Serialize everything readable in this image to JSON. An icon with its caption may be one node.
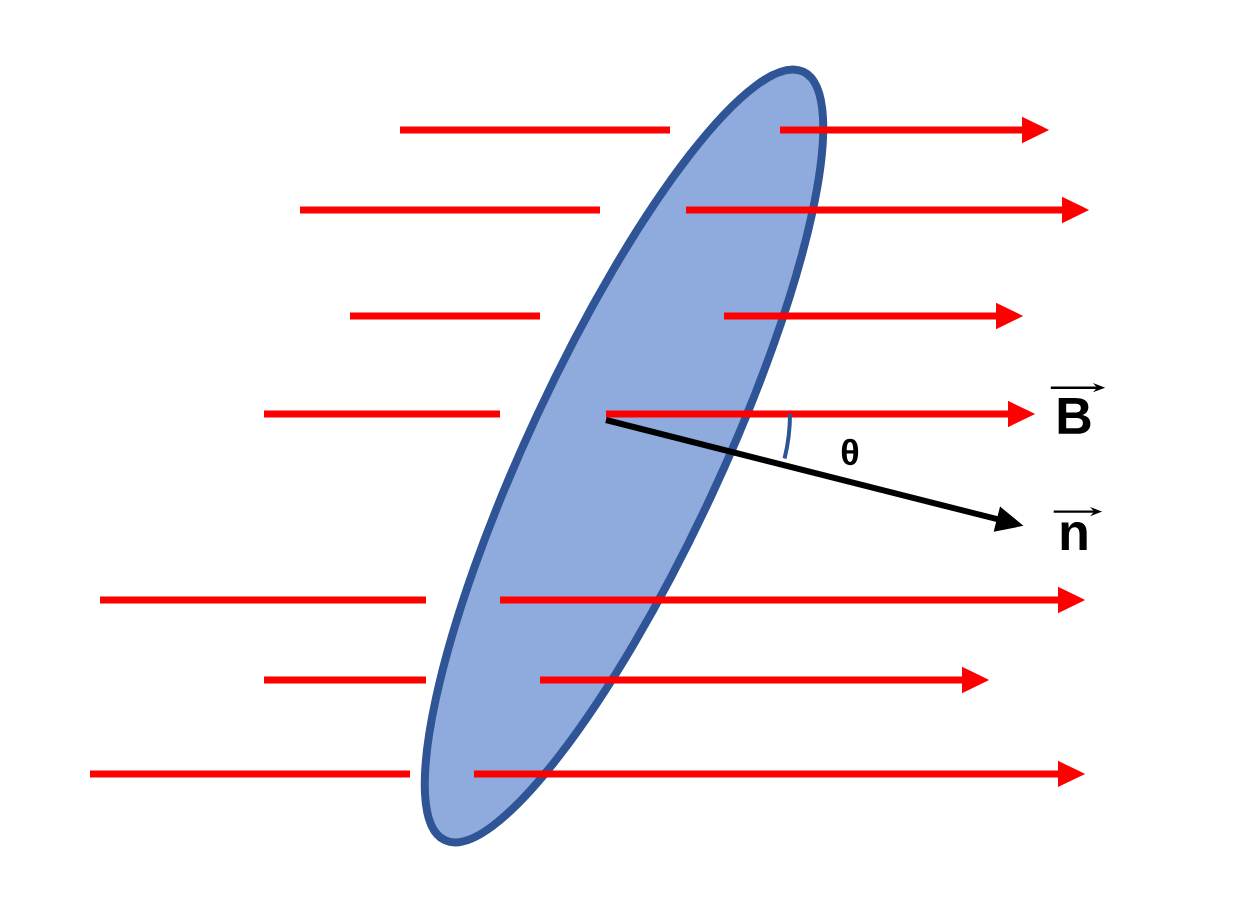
{
  "diagram": {
    "labels": [
      "B",
      "n",
      "θ"
    ]
  }
}
